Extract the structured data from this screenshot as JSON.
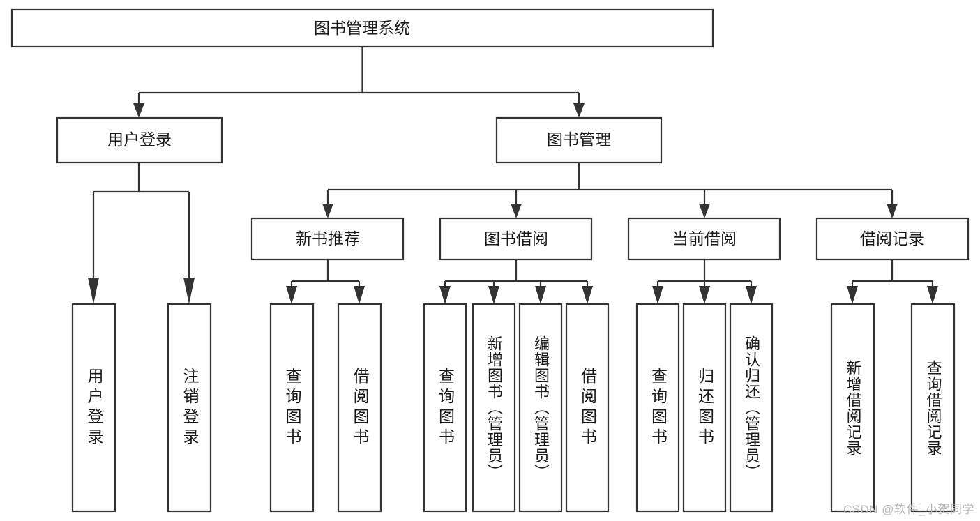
{
  "diagram": {
    "type": "tree",
    "title_node": {
      "id": "root",
      "label": "图书管理系统"
    },
    "level2": [
      {
        "id": "login",
        "label": "用户登录"
      },
      {
        "id": "bookmgmt",
        "label": "图书管理"
      }
    ],
    "level3": [
      {
        "id": "newbook",
        "label": "新书推荐",
        "parent": "bookmgmt"
      },
      {
        "id": "borrow",
        "label": "图书借阅",
        "parent": "bookmgmt"
      },
      {
        "id": "current",
        "label": "当前借阅",
        "parent": "bookmgmt"
      },
      {
        "id": "records",
        "label": "借阅记录",
        "parent": "bookmgmt"
      }
    ],
    "leaves": [
      {
        "id": "leaf-user-login",
        "label": "用户登录",
        "parent": "login"
      },
      {
        "id": "leaf-logout",
        "label": "注销登录",
        "parent": "login"
      },
      {
        "id": "leaf-query-book-1",
        "label": "查询图书",
        "parent": "newbook"
      },
      {
        "id": "leaf-borrow-book-1",
        "label": "借阅图书",
        "parent": "newbook"
      },
      {
        "id": "leaf-query-book-2",
        "label": "查询图书",
        "parent": "borrow"
      },
      {
        "id": "leaf-add-book",
        "label": "新增图书（管理员）",
        "parent": "borrow"
      },
      {
        "id": "leaf-edit-book",
        "label": "编辑图书（管理员）",
        "parent": "borrow"
      },
      {
        "id": "leaf-borrow-book-2",
        "label": "借阅图书",
        "parent": "borrow"
      },
      {
        "id": "leaf-query-book-3",
        "label": "查询图书",
        "parent": "current"
      },
      {
        "id": "leaf-return-book",
        "label": "归还图书",
        "parent": "current"
      },
      {
        "id": "leaf-confirm-return",
        "label": "确认归还（管理员）",
        "parent": "current"
      },
      {
        "id": "leaf-add-record",
        "label": "新增借阅记录",
        "parent": "records"
      },
      {
        "id": "leaf-query-record",
        "label": "查询借阅记录",
        "parent": "records"
      }
    ]
  },
  "watermark": {
    "text": "CSDN @软件_小贺同学"
  },
  "colors": {
    "stroke": "#333333",
    "box_fill": "#ffffff",
    "text": "#1a1a1a",
    "watermark": "#b9b9b9",
    "background": "#ffffff"
  }
}
